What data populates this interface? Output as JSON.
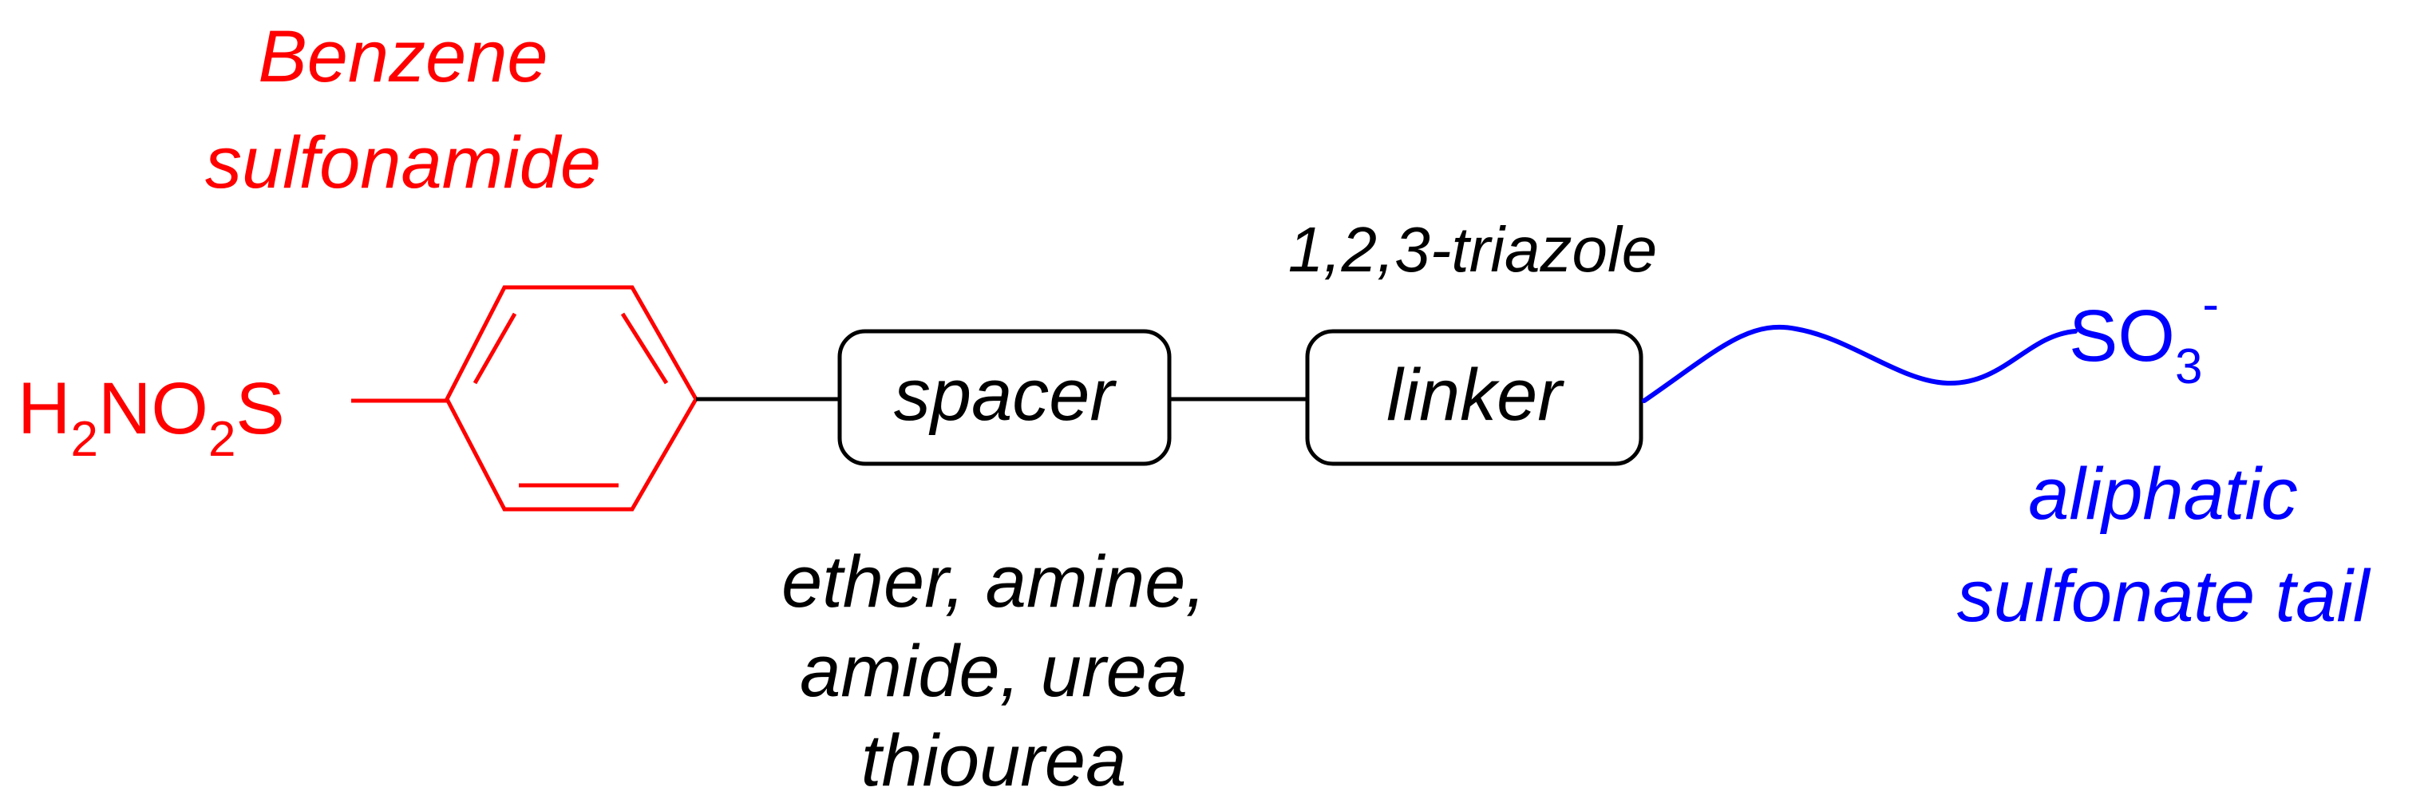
{
  "colors": {
    "head": "#ff0000",
    "tail": "#0000ff",
    "body": "#000000"
  },
  "head_group": {
    "label_line1": "Benzene",
    "label_line2": "sulfonamide",
    "formula": {
      "h": "H",
      "sub_2a": "2",
      "no": "NO",
      "sub_2b": "2",
      "s": "S"
    }
  },
  "spacer": {
    "box_label": "spacer",
    "options_line1": "ether, amine,",
    "options_line2": "amide, urea",
    "options_line3": "thiourea"
  },
  "linker": {
    "box_label": "linker",
    "caption": "1,2,3-triazole"
  },
  "tail": {
    "formula": {
      "so": "SO",
      "sub_3": "3",
      "charge": "-"
    },
    "label_line1": "aliphatic",
    "label_line2": "sulfonate tail"
  }
}
